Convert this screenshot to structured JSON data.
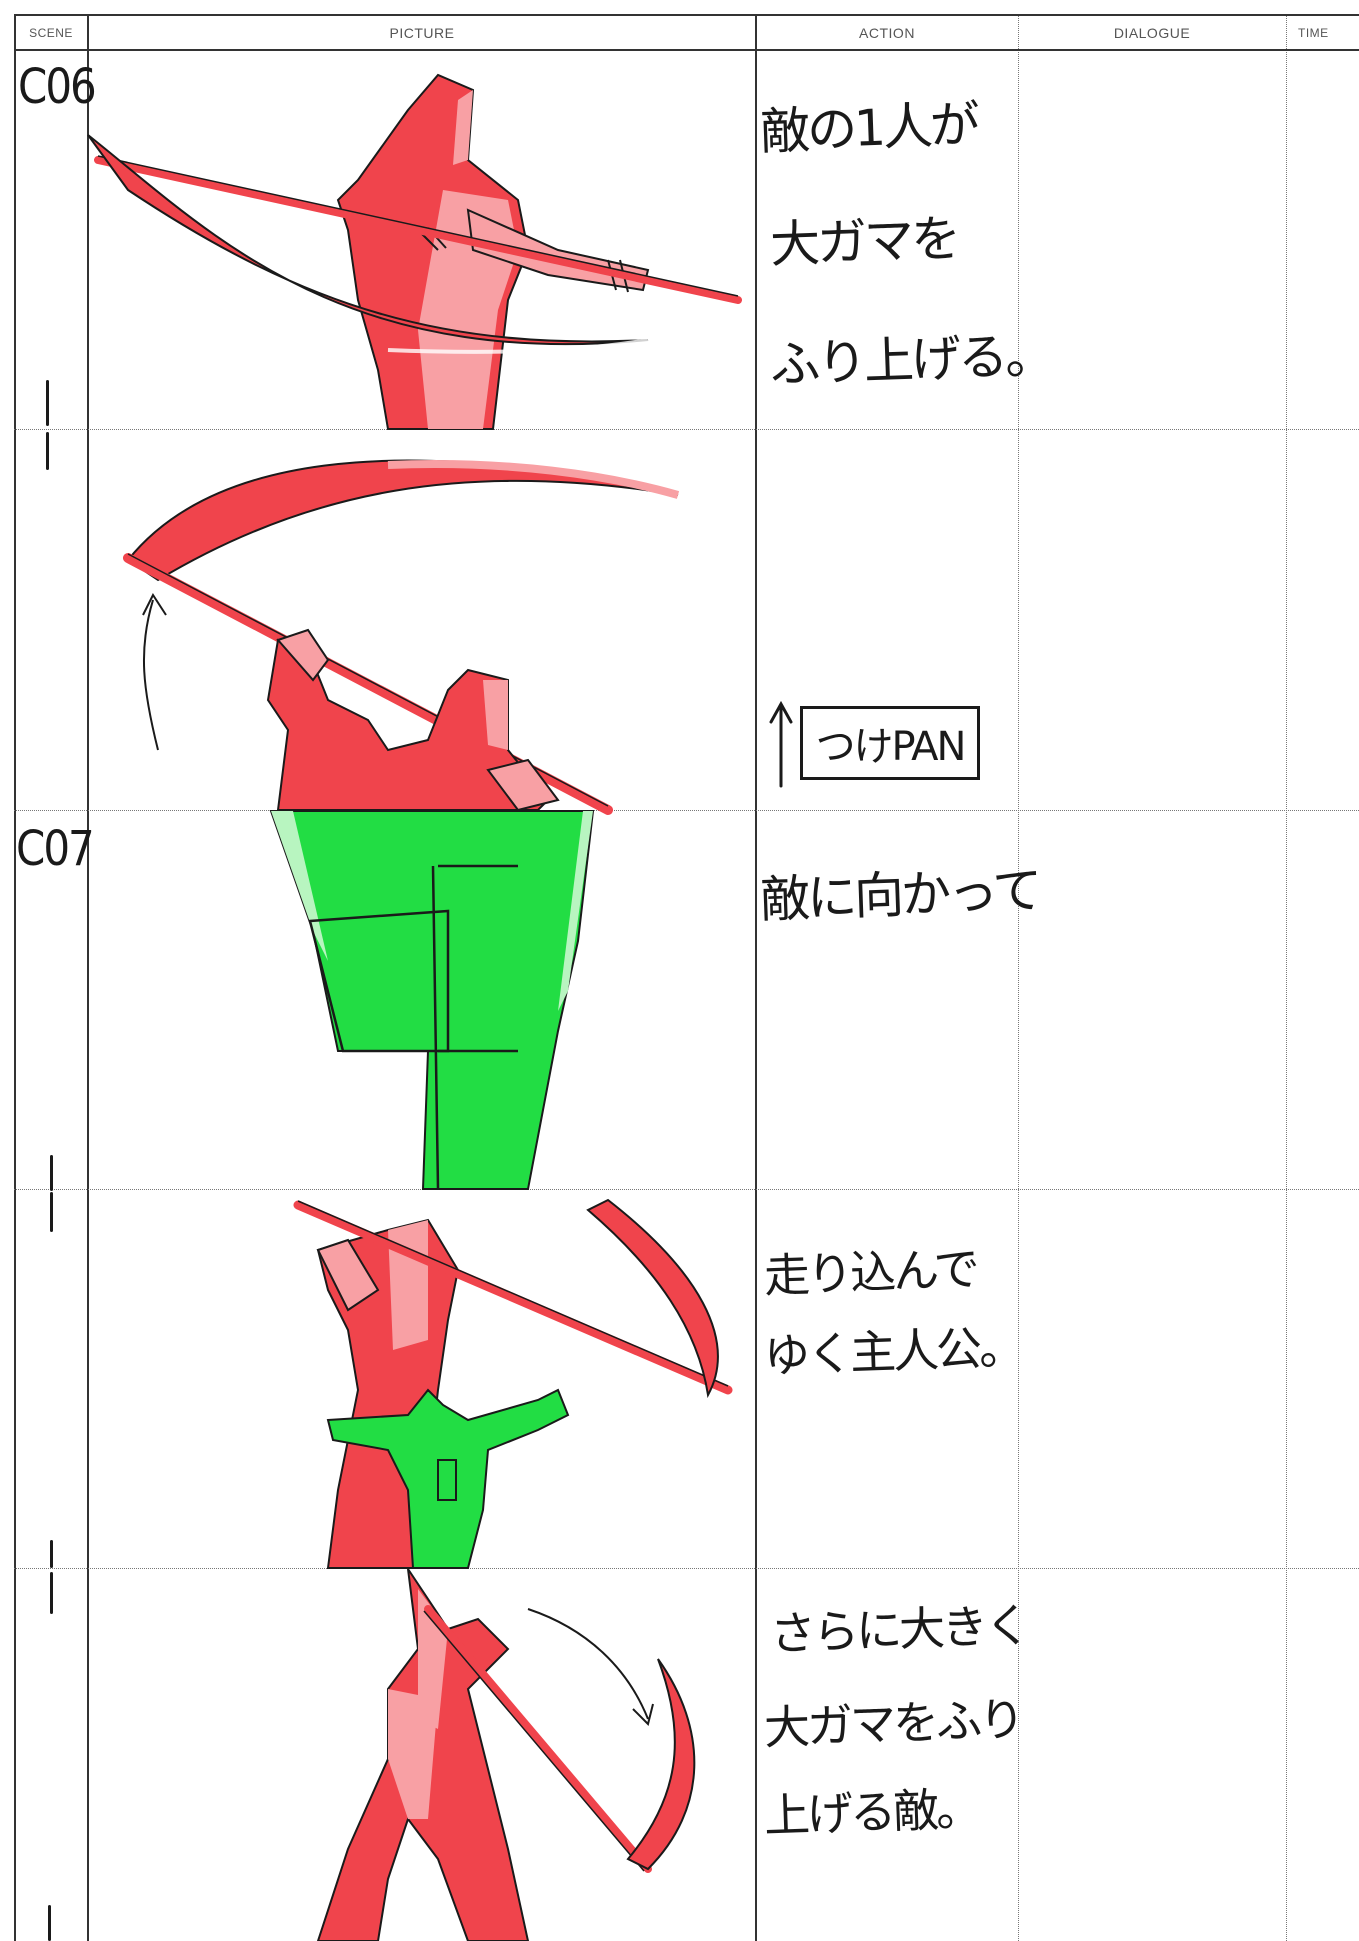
{
  "header": {
    "scene": "SCENE",
    "picture": "PICTURE",
    "action": "ACTION",
    "dialogue": "DIALOGUE",
    "time": "TIME"
  },
  "panels": [
    {
      "scene": "C06",
      "action_lines": [
        "敵の1人が",
        "大ガマを",
        "ふり上げる。"
      ],
      "figure": "enemy-raising-scythe"
    },
    {
      "scene": "",
      "action_lines": [],
      "camera_note": "つけPAN",
      "figure": "enemy-scythe-overhead"
    },
    {
      "scene": "C07",
      "action_lines": [
        "敵に向かって"
      ],
      "figure": "hero-closeup"
    },
    {
      "scene": "",
      "action_lines": [
        "走り込んで",
        "ゆく主人公。"
      ],
      "figure": "hero-running-at-enemy"
    },
    {
      "scene": "",
      "action_lines": [
        "さらに大きく",
        "大ガマをふり",
        "上げる敵。"
      ],
      "figure": "enemy-swing-big"
    }
  ],
  "colors": {
    "enemy_dark": "#f0444c",
    "enemy_light": "#f8a0a4",
    "hero": "#22dd44",
    "ink": "#1a1a1a"
  }
}
